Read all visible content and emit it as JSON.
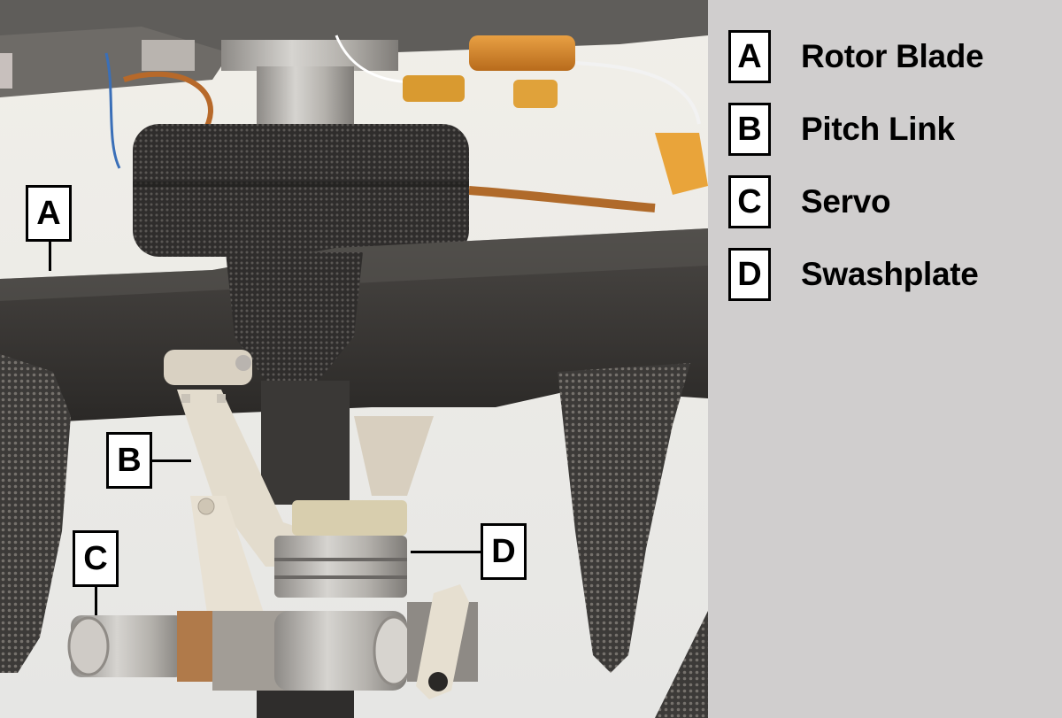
{
  "figure": {
    "subject": "Helicopter rotor hub assembly photo with labeled components",
    "colors": {
      "legend_panel_bg": "#d0cece",
      "label_box_bg": "#ffffff",
      "label_border": "#000000",
      "photo_background": "#ecebe8",
      "carbon_fiber": "#3a3836",
      "pitch_link_beige": "#e3dccd",
      "kapton_orange": "#d98a2b"
    }
  },
  "callouts": [
    {
      "letter": "A",
      "target": "rotor-blade"
    },
    {
      "letter": "B",
      "target": "pitch-link"
    },
    {
      "letter": "C",
      "target": "servo"
    },
    {
      "letter": "D",
      "target": "swashplate"
    }
  ],
  "legend": {
    "items": [
      {
        "letter": "A",
        "label": "Rotor Blade"
      },
      {
        "letter": "B",
        "label": "Pitch Link"
      },
      {
        "letter": "C",
        "label": "Servo"
      },
      {
        "letter": "D",
        "label": "Swashplate"
      }
    ]
  }
}
